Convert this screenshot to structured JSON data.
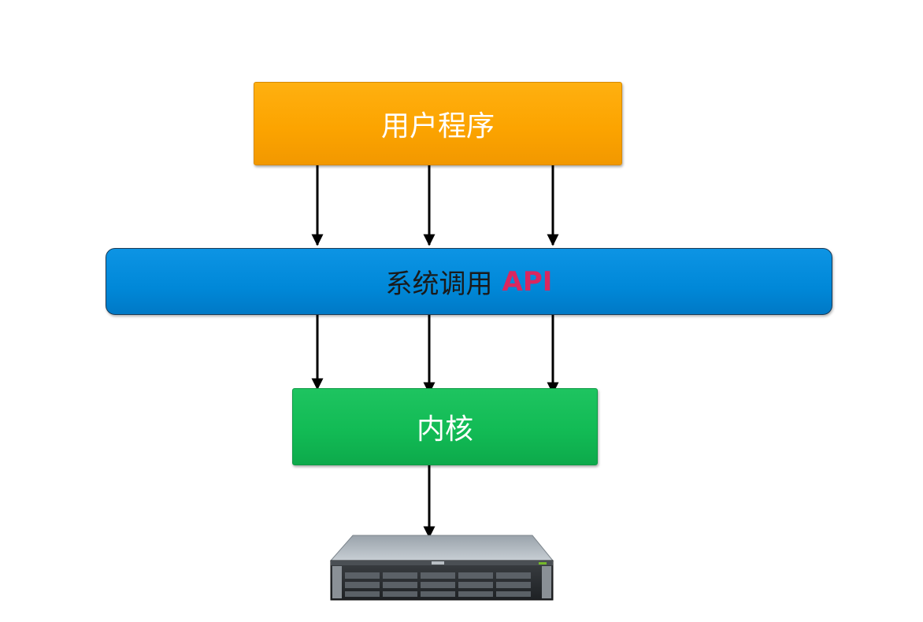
{
  "diagram": {
    "user_program": "用户程序",
    "syscall_api_label": "系统调用",
    "syscall_api_accent": "API",
    "kernel": "内核",
    "hardware": "server-hardware-icon"
  },
  "colors": {
    "user_program_fill": "#fca400",
    "syscall_api_fill": "#0088d8",
    "syscall_api_accent": "#d9275f",
    "kernel_fill": "#12bb55",
    "arrow": "#000000"
  }
}
